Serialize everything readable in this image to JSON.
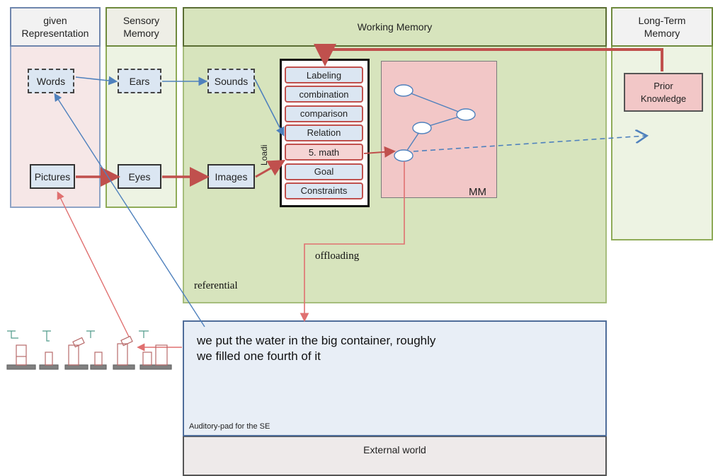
{
  "columns": {
    "given": "given\nRepresentation",
    "sensory": "Sensory\nMemory",
    "working": "Working Memory",
    "longterm": "Long-Term\nMemory"
  },
  "given_items": {
    "words": "Words",
    "pictures": "Pictures"
  },
  "sensory_items": {
    "ears": "Ears",
    "eyes": "Eyes"
  },
  "working_items": {
    "sounds": "Sounds",
    "images": "Images",
    "load": "Loadi",
    "mm": "MM"
  },
  "processes": [
    "Labeling",
    "combination",
    "comparison",
    "Relation",
    "5. math",
    "Goal",
    "Constraints"
  ],
  "longterm_items": {
    "prior": "Prior\nKnowledge"
  },
  "labels": {
    "offloading": "offloading",
    "referential": "referential"
  },
  "auditory": {
    "text": "we put the water in the big container, roughly\nwe filled one fourth of it",
    "caption": "Auditory-pad for the SE"
  },
  "external": "External world",
  "colors": {
    "red_arrow": "#c0504d",
    "blue_arrow": "#4f81bd",
    "pink_arrow": "#e07070",
    "given_fill": "#f6e7e7",
    "sensory_fill": "#edf3e3",
    "working_fill": "#d7e4bd",
    "mm_fill": "#f2c7c7"
  }
}
